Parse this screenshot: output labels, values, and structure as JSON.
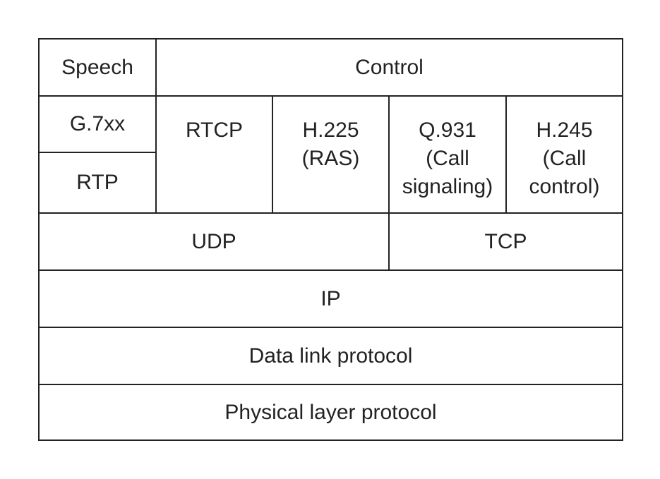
{
  "diagram": {
    "speech": "Speech",
    "control": "Control",
    "g7xx": "G.7xx",
    "rtp": "RTP",
    "rtcp": "RTCP",
    "h225": "H.225\n(RAS)",
    "q931": "Q.931\n(Call\nsignaling)",
    "h245": "H.245\n(Call\ncontrol)",
    "udp": "UDP",
    "tcp": "TCP",
    "ip": "IP",
    "data_link": "Data link protocol",
    "physical": "Physical layer protocol"
  }
}
